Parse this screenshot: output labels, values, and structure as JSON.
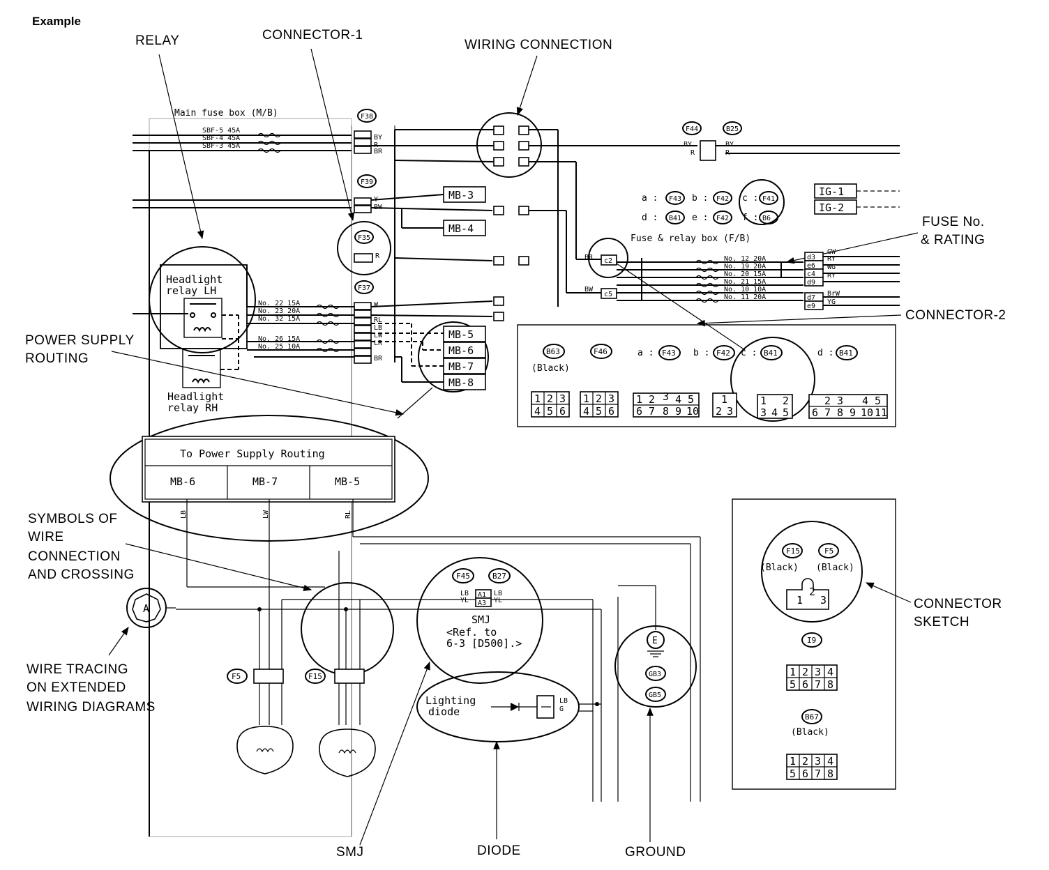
{
  "example": "Example",
  "callouts": {
    "relay": "RELAY",
    "connector1": "CONNECTOR-1",
    "wiring_connection": "WIRING CONNECTION",
    "fuse_no_1": "FUSE No.",
    "fuse_no_2": "& RATING",
    "connector2": "CONNECTOR-2",
    "power_supply_1": "POWER SUPPLY",
    "power_supply_2": "ROUTING",
    "symbols_1": "SYMBOLS OF",
    "symbols_2": "WIRE",
    "symbols_3": "CONNECTION",
    "symbols_4": "AND CROSSING",
    "tracing_1": "WIRE TRACING",
    "tracing_2": "ON EXTENDED",
    "tracing_3": "WIRING DIAGRAMS",
    "connector_sketch_1": "CONNECTOR",
    "connector_sketch_2": "SKETCH",
    "smj": "SMJ",
    "diode": "DIODE",
    "ground": "GROUND"
  },
  "main_fuse_box": {
    "title": "Main fuse box (M/B)",
    "fuses": [
      "SBF-5 45A",
      "SBF-4 45A",
      "SBF-3 45A"
    ]
  },
  "connectors": {
    "f38": "F38",
    "f39": "F39",
    "f35": "F35",
    "f37": "F37",
    "f44": "F44",
    "b25": "B25",
    "f43": "F43",
    "f42": "F42",
    "f41": "F41",
    "b41": "B41",
    "b6": "B6",
    "f15": "F15",
    "f5": "F5",
    "i9": "I9",
    "b67": "B67",
    "b63": "B63",
    "f46": "F46",
    "f45": "F45",
    "b27": "B27"
  },
  "wire_codes": {
    "by": "BY",
    "r": "R",
    "br": "BR",
    "y": "Y",
    "bw": "BW",
    "w": "W",
    "rl": "RL",
    "lb": "LB",
    "lw": "LW",
    "lr": "LR",
    "gw": "GW",
    "ry": "RY",
    "wg": "WG",
    "brw": "BrW",
    "yg": "YG",
    "yl": "YL",
    "g": "G"
  },
  "mb_blocks": [
    "MB-3",
    "MB-4",
    "MB-5",
    "MB-6",
    "MB-7",
    "MB-8"
  ],
  "ig": [
    "IG-1",
    "IG-2"
  ],
  "relays": {
    "lh_1": "Headlight",
    "lh_2": "relay LH",
    "rh_1": "Headlight",
    "rh_2": "relay RH"
  },
  "relay_fuses": [
    "No. 22 15A",
    "No. 23 20A",
    "No. 32 15A",
    "No. 26 15A",
    "No. 25 10A"
  ],
  "fr_box": {
    "title": "Fuse & relay box (F/B)",
    "c2": "c2",
    "c5": "c5",
    "fuses": [
      "No. 12 20A",
      "No. 19 20A",
      "No. 20 15A",
      "No. 21 15A",
      "No. 10 10A",
      "No. 11 20A"
    ],
    "terms": [
      "d3",
      "e6",
      "c4",
      "d9",
      "d7",
      "e9"
    ]
  },
  "letter_refs": {
    "a": "a :",
    "b": "b :",
    "c": "c :",
    "d": "d :",
    "e": "e :",
    "f": "f :"
  },
  "routing_table": {
    "title": "To Power Supply Routing",
    "cells": [
      "MB-6",
      "MB-7",
      "MB-5"
    ]
  },
  "black": "(Black)",
  "smj": {
    "label": "SMJ",
    "ref_1": "<Ref. to",
    "ref_2": "6-3 [D500].>",
    "pin_a1": "A1",
    "pin_a3": "A3"
  },
  "diode": {
    "line1": "Lighting",
    "line2": "diode"
  },
  "ground": {
    "e": "E",
    "gb3": "GB3",
    "gb5": "GB5"
  },
  "trace_marker": "A"
}
